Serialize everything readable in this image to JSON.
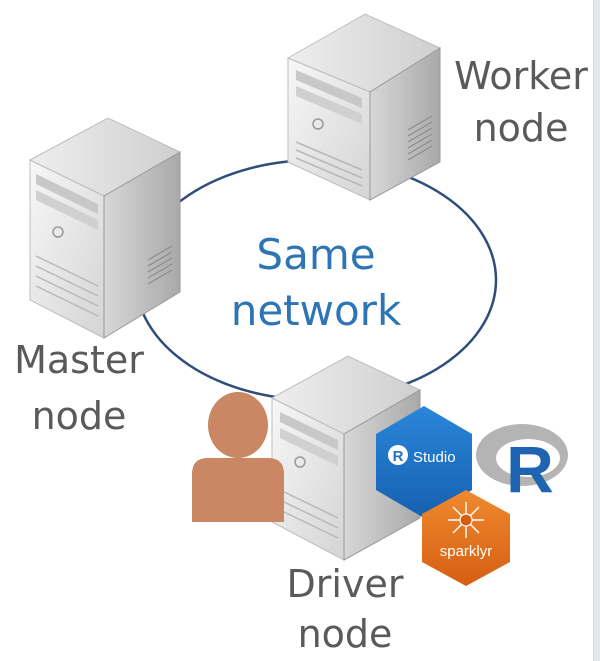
{
  "labels": {
    "worker_line1": "Worker",
    "worker_line2": "node",
    "master_line1": "Master",
    "master_line2": "node",
    "driver_line1": "Driver",
    "driver_line2": "node",
    "center_line1": "Same",
    "center_line2": "network"
  },
  "logos": {
    "rstudio_r": "R",
    "rstudio_text": "Studio",
    "r_letter": "R",
    "sparklyr_text": "sparklyr"
  },
  "colors": {
    "network_ring": "#2f4c7a",
    "center_text": "#2e75b6",
    "label_text": "#5a5a5a",
    "person": "#c98863",
    "rstudio_hex": "#1f74c8",
    "sparklyr_hex": "#e2701c",
    "r_logo_gray": "#a8a8a8",
    "r_logo_blue": "#1f64b1"
  }
}
